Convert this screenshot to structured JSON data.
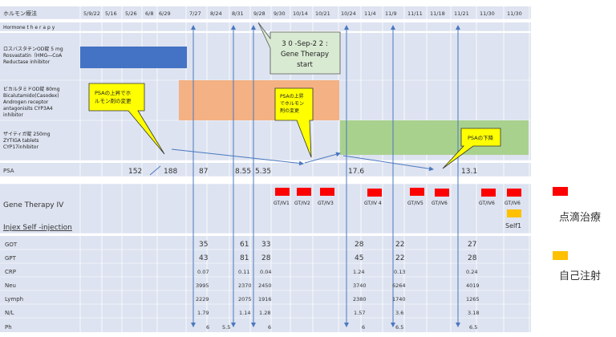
{
  "colors": {
    "band": "#dde3f0",
    "rosuvastatin": "#4472c4",
    "bicalutamide": "#f4b183",
    "zytiga": "#a9d18e",
    "gene_therapy_marker": "#ff0000",
    "self_injection_marker": "#ffc000",
    "arrow": "#4a78c0",
    "note_box": "#ffff00",
    "gt_start_box": "#d9ead3"
  },
  "header": {
    "label": "ホルモン療法",
    "dates": [
      "5/9/22",
      "5/16",
      "5/26",
      "6/8",
      "6/29",
      "7/27",
      "8/24",
      "8/31",
      "9/28",
      "9/30",
      "10/14",
      "10/21",
      "10/24",
      "11/4",
      "11/9",
      "11/11",
      "11/18",
      "11/21",
      "11/30",
      "11/30"
    ]
  },
  "rows": {
    "hormone": "Hormone t h e r a p y",
    "rosuvastatin": [
      "ロスバスタチンOD錠 5 mg",
      "Rosvastatin（HMG―CoA",
      "Reductase inhibitor"
    ],
    "bicalutamide": [
      "ビカルタミドOD錠 80mg",
      "Bicalutamido(Casodex)",
      "Androgen receptor",
      "antagonisits CYP3A4",
      "inhibitor"
    ],
    "zytiga": [
      "ザイティガ錠 250mg",
      "ZYTIGA tablets",
      "CYP17inhibitor"
    ],
    "psa": "PSA",
    "gene_therapy": "Gene Therapy IV",
    "injection": "Injex Self -injection",
    "labs": [
      "GOT",
      "GPT",
      "CRP",
      "Neu",
      "Lymph",
      "N/L",
      "Ph"
    ]
  },
  "psa_values": [
    "152",
    "188",
    "87",
    "8.55",
    "5.35",
    "17.6",
    "13.1"
  ],
  "gt_labels": [
    "GT/IV1",
    "GT/IV2",
    "GT/IV3",
    "GT/IV 4",
    "GT/IV5",
    "GT/IV6",
    "GT/IV6",
    "GT/IV6"
  ],
  "self_label": "Self1",
  "lab_values": {
    "got": [
      "35",
      "61",
      "33",
      "28",
      "22",
      "27"
    ],
    "gpt": [
      "43",
      "81",
      "28",
      "45",
      "22",
      "28"
    ],
    "crp": [
      "0.07",
      "0.11",
      "0.04",
      "1.24",
      "0.13",
      "0.24"
    ],
    "neu": [
      "3995",
      "2370",
      "2450",
      "3740",
      "6264",
      "4019"
    ],
    "lymph": [
      "2229",
      "2075",
      "1916",
      "2380",
      "1740",
      "1265"
    ],
    "nl": [
      "1.79",
      "1.14",
      "1.28",
      "1.57",
      "3.6",
      "3.18"
    ],
    "ph": [
      "6",
      "5.5",
      "6",
      "6",
      "6.5",
      "6.5"
    ]
  },
  "notes": {
    "note1": [
      "PSAの上昇でホ",
      "ルモン剤の変更"
    ],
    "note2": [
      "PSAの上昇",
      "でホルモン",
      "剤の変更"
    ],
    "note3": "PSAの下降",
    "gt_start": [
      "3 0 -Sep-2 2 :",
      "Gene Therapy",
      "start"
    ]
  },
  "legend": {
    "iv": "点滴治療",
    "self": "自己注射"
  }
}
